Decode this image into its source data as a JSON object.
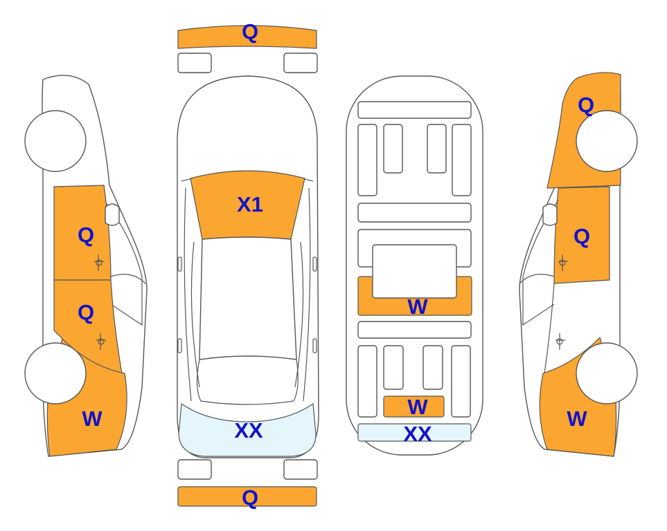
{
  "colors": {
    "damage": "#FAA631",
    "glass_damage": "#E4F6FC",
    "code_text": "#1212CC",
    "outline": "#555555",
    "background": "#FFFFFF"
  },
  "codes": {
    "front_bumper": "Q",
    "rear_bumper": "Q",
    "windshield": "X1",
    "rear_window": "XX",
    "interior_middle": "W",
    "interior_trunk": "W",
    "interior_rear_panel": "XX",
    "left_front_door": "Q",
    "left_rear_door": "Q",
    "left_rear_quarter": "W",
    "right_front_fender": "Q",
    "right_front_door": "Q",
    "right_rear_quarter": "W"
  }
}
